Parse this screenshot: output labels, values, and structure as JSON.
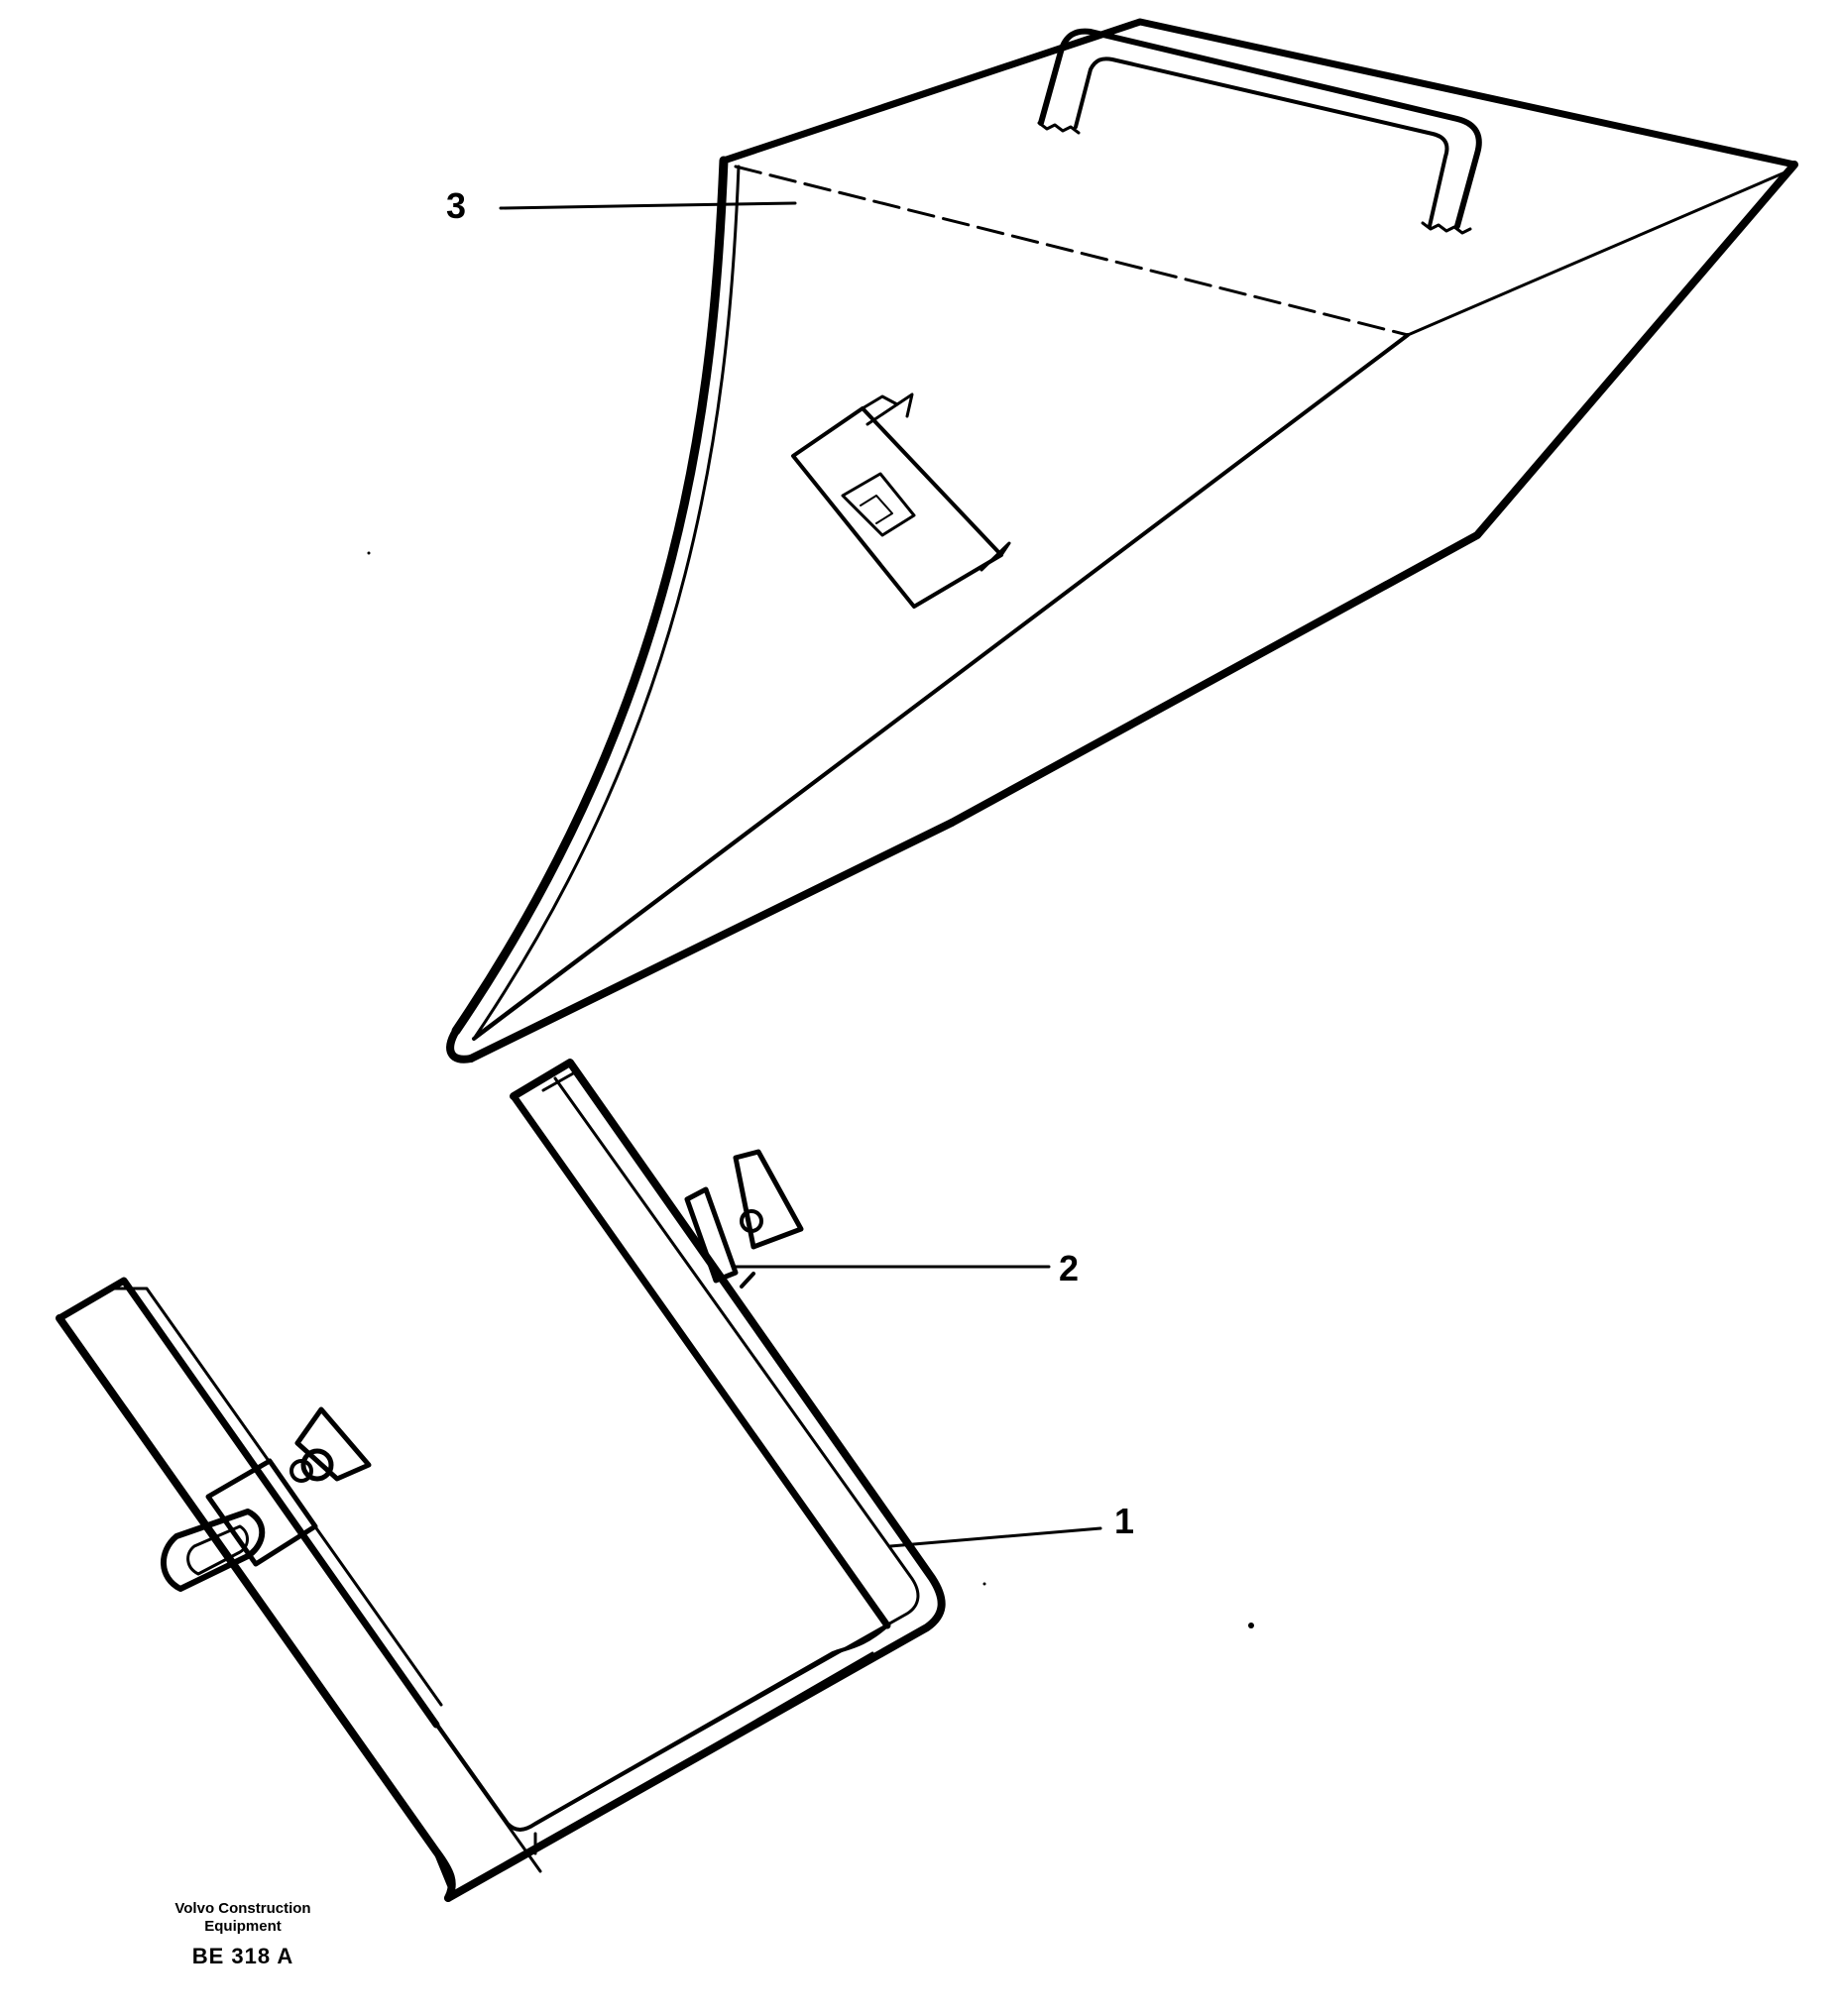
{
  "callouts": [
    {
      "number": "3"
    },
    {
      "number": "2"
    },
    {
      "number": "1"
    }
  ],
  "footer": {
    "company_line1": "Volvo Construction",
    "company_line2": "Equipment",
    "drawing_code": "BE 318 A"
  },
  "colors": {
    "line": "#000000",
    "background": "#ffffff"
  }
}
